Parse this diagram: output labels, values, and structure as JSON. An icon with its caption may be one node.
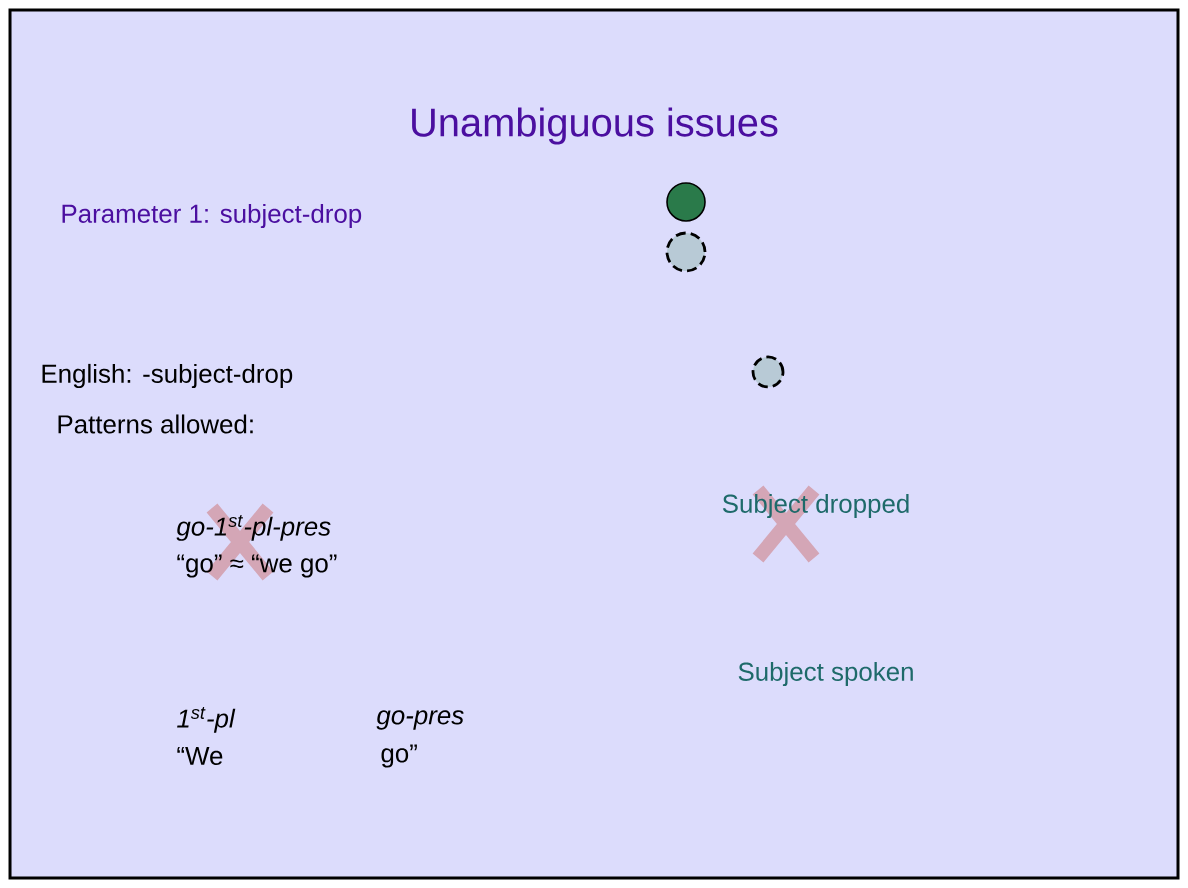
{
  "diagram": {
    "title": "Unambiguous issues",
    "labels": [
      "Parameter 1: subject-drop",
      "English: -subject-drop",
      "Patterns allowed:",
      "go-1$^{st}$-pl-pres",
      "“go” ≈ “we go”",
      "Subject dropped",
      "Subject spoken",
      "1$^{st}$-pl",
      "go-pres",
      "“We",
      "go”"
    ]
  }
}
